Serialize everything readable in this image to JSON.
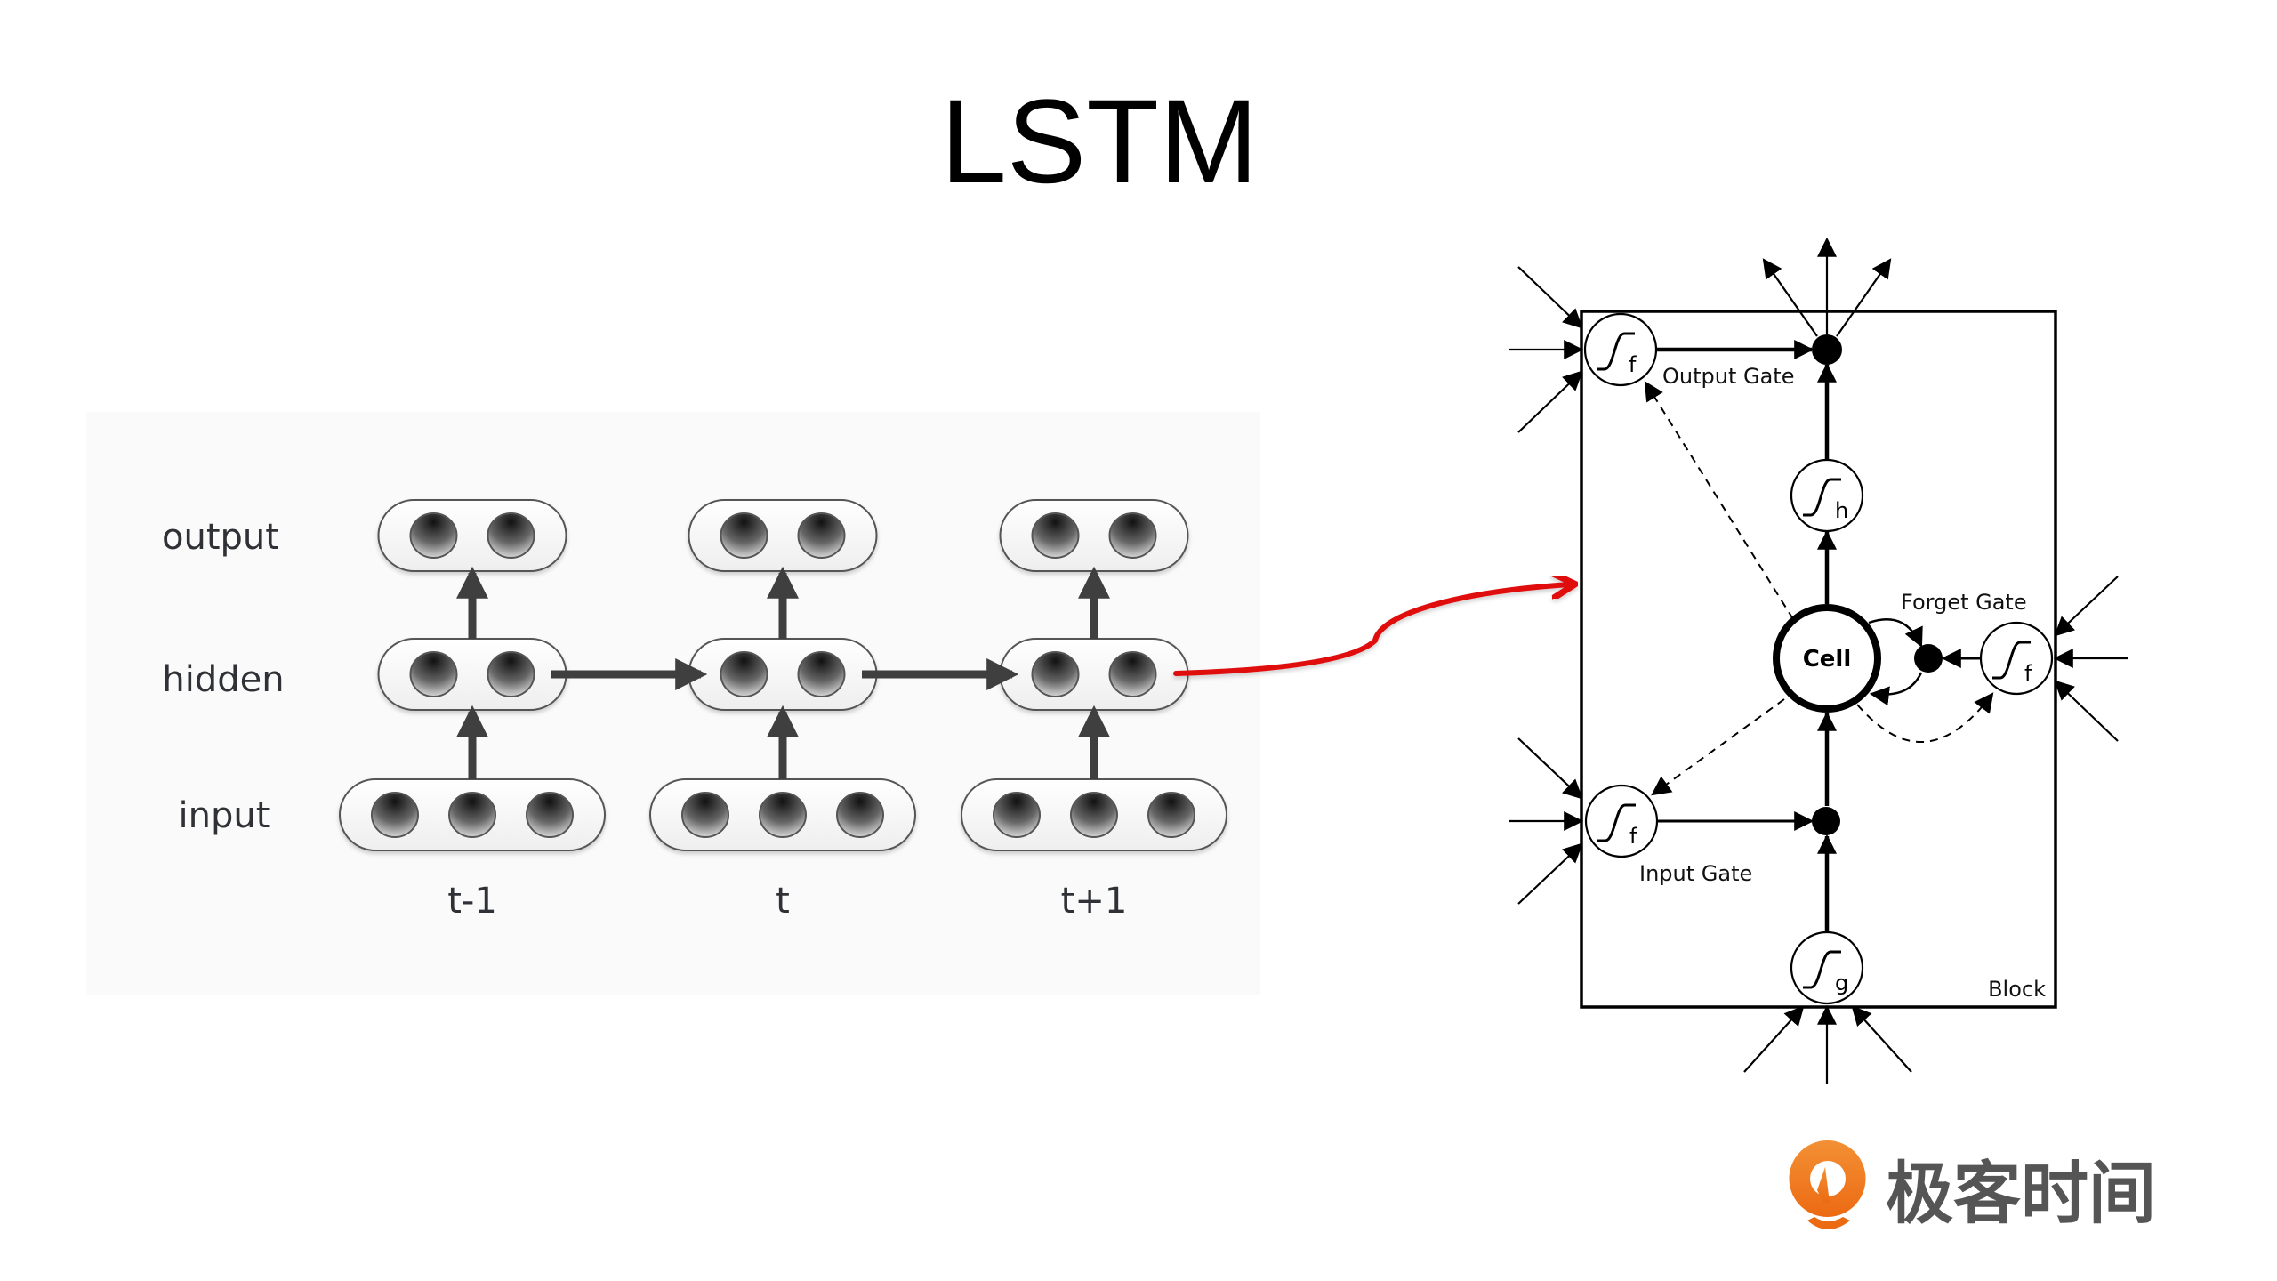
{
  "title": "LSTM",
  "rnn_diagram": {
    "row_labels": {
      "output": "output",
      "hidden": "hidden",
      "input": "input"
    },
    "time_steps": [
      {
        "label": "t-1",
        "output_units": 2,
        "hidden_units": 2,
        "input_units": 3
      },
      {
        "label": "t",
        "output_units": 2,
        "hidden_units": 2,
        "input_units": 3
      },
      {
        "label": "t+1",
        "output_units": 2,
        "hidden_units": 2,
        "input_units": 3
      }
    ],
    "arrow_color": "#3f3f3f",
    "connector_color": "#e01010"
  },
  "lstm_block": {
    "block_label": "Block",
    "cell_label": "Cell",
    "output_gate_label": "Output Gate",
    "forget_gate_label": "Forget Gate",
    "input_gate_label": "Input Gate",
    "sigmoid_subscripts": {
      "output_gate": "f",
      "forget_gate": "f",
      "input_gate": "f",
      "cell_output": "h",
      "cell_input": "g"
    }
  },
  "logo": {
    "text": "极客时间",
    "icon": "geektime-logo-icon",
    "accent_color": "#f07a1e"
  }
}
